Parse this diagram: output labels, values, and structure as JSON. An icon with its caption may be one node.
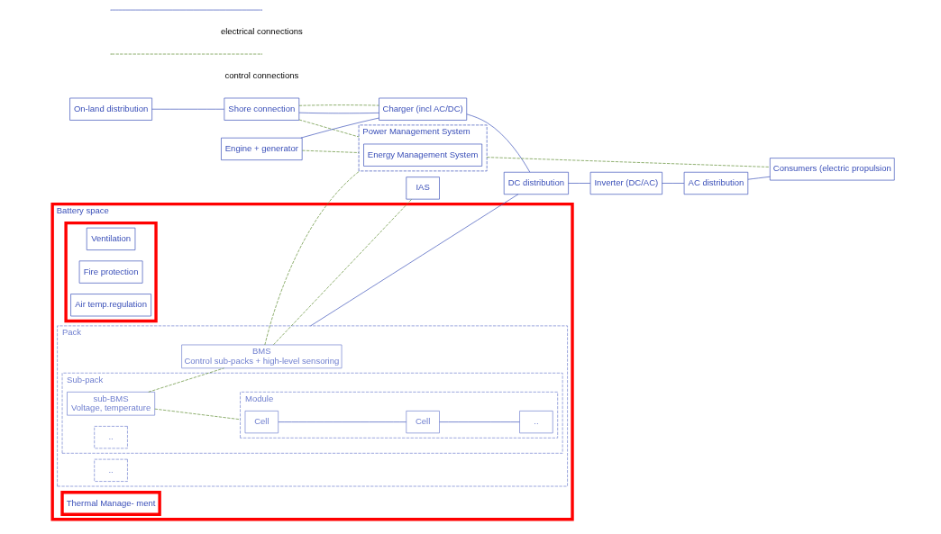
{
  "diagram": {
    "nodes": [
      {
        "text": [
          "Battery space"
        ]
      },
      {
        "text": [
          "Thermal Manage- ment"
        ],
        "in": 0
      },
      {
        "text": [],
        "shape": "box",
        "in": 0
      },
      {
        "text": [
          "Ventilation"
        ],
        "in": 2
      },
      {
        "text": [
          "Fire protection"
        ],
        "in": 2
      },
      {
        "text": [
          "Air temp.regulation"
        ],
        "in": 2
      },
      {
        "text": [
          "Pack"
        ],
        "in": 0
      },
      {
        "text": [
          "BMS",
          "Control sub-packs + high-level sensoring"
        ],
        "in": 6
      },
      {
        "text": [
          "Sub-pack"
        ],
        "in": 6
      },
      {
        "text": [
          "sub-BMS",
          "Voltage, temperature"
        ],
        "in": 8
      },
      {
        "text": [
          "Module"
        ],
        "in": 8
      },
      {
        "text": [
          "Cell"
        ],
        "in": 10
      },
      {
        "text": [
          "Cell"
        ],
        "in": 10
      },
      {
        "text": [
          ".."
        ],
        "in": 10
      },
      {
        "text": [
          ".."
        ],
        "in": 8
      },
      {
        "text": [
          ".."
        ],
        "in": 6
      },
      {
        "text": [
          "On-land distribution"
        ]
      },
      {
        "text": [
          "Shore connection"
        ]
      },
      {
        "text": [
          "Engine + generator"
        ]
      },
      {
        "text": [
          "Charger (incl AC/DC)"
        ]
      },
      {
        "text": [
          "DC distribution"
        ]
      },
      {
        "text": [
          "IAS"
        ]
      },
      {
        "text": [
          "Inverter (DC/AC)"
        ]
      },
      {
        "text": [
          "AC distribution"
        ]
      },
      {
        "text": [
          "Power Management System"
        ]
      },
      {
        "text": [
          "Energy Management System"
        ],
        "in": 24
      },
      {
        "text": [
          "Consumers (electric propulsion"
        ]
      }
    ],
    "edges": [
      {
        "from": 16,
        "to": 17,
        "arrow": "none"
      },
      {
        "from": 17,
        "to": 19,
        "arrow": "none"
      },
      {
        "from": 18,
        "to": 19,
        "arrow": "none"
      },
      {
        "from": 19,
        "to": 20,
        "arrow": "none"
      },
      {
        "from": 6,
        "to": 20,
        "arrow": "none"
      },
      {
        "from": 20,
        "to": 22,
        "arrow": "none"
      },
      {
        "from": 22,
        "to": 23,
        "arrow": "none"
      },
      {
        "from": 23,
        "to": 26,
        "arrow": "none"
      },
      {
        "from": 11,
        "to": 12,
        "arrow": "none"
      },
      {
        "from": 12,
        "to": 13,
        "arrow": "none"
      },
      {
        "from": 17,
        "to": 19,
        "arrow": "none",
        "style": "dashed",
        "color": "#5b8a2e"
      },
      {
        "from": 7,
        "to": 21,
        "arrow": "none",
        "style": "dashed",
        "color": "#5b8a2e"
      },
      {
        "from": 7,
        "to": 24,
        "arrow": "none",
        "style": "dashed",
        "color": "#5b8a2e"
      },
      {
        "from": 18,
        "to": 24,
        "arrow": "none",
        "style": "dashed",
        "color": "#5b8a2e"
      },
      {
        "from": 17,
        "to": 24,
        "arrow": "none",
        "style": "dashed",
        "color": "#5b8a2e"
      },
      {
        "from": 24,
        "to": 26,
        "arrow": "none",
        "style": "dashed",
        "color": "#5b8a2e"
      },
      {
        "from": 9,
        "to": 7,
        "arrow": "none",
        "style": "dashed",
        "color": "#5b8a2e"
      },
      {
        "from": 9,
        "to": 10,
        "arrow": "none",
        "style": "dashed",
        "color": "#5b8a2e"
      }
    ],
    "legend": [
      {
        "text": "electrical connections"
      },
      {
        "text": "control connections"
      }
    ]
  }
}
